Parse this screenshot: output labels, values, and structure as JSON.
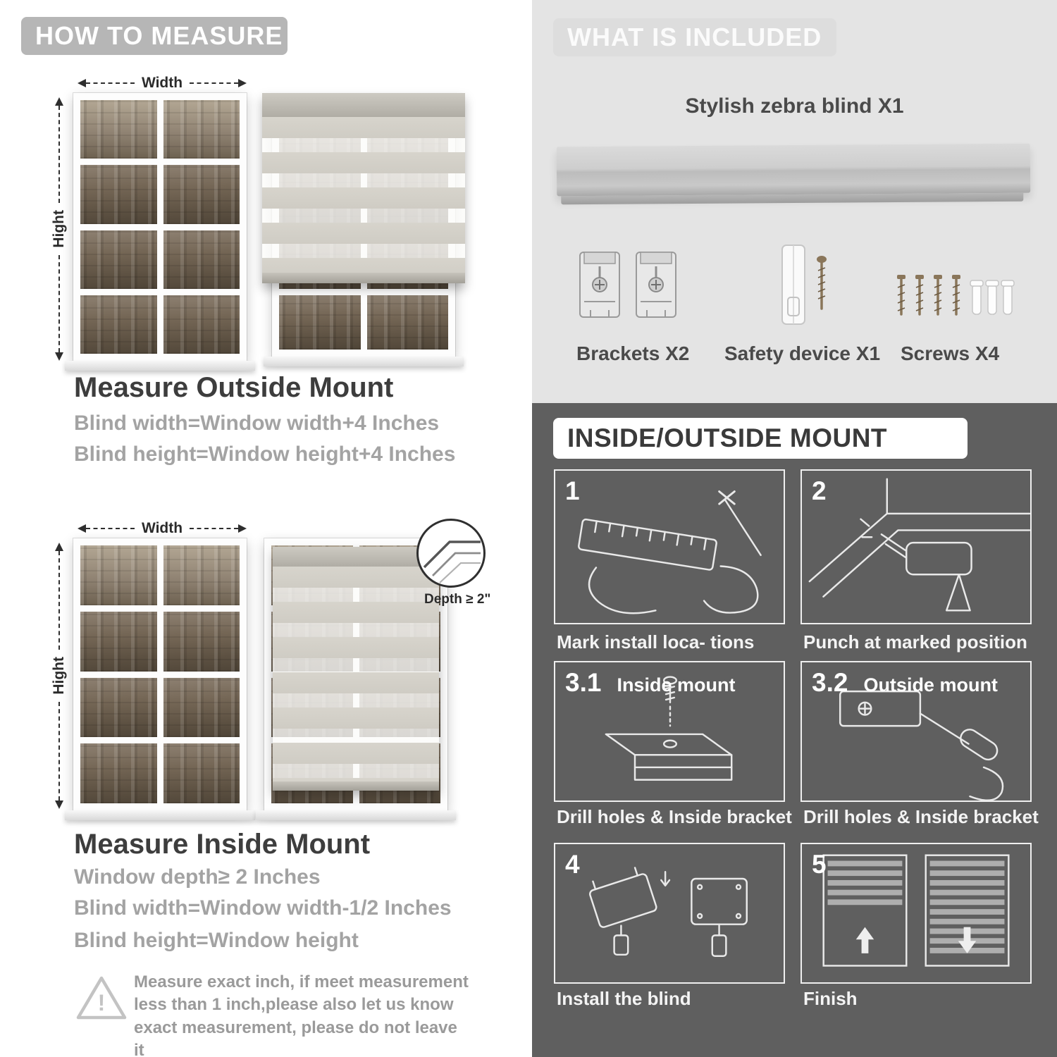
{
  "colors": {
    "header_pill_gray": "#b6b6b6",
    "right_bg_light": "#e4e4e4",
    "right_bg_dark": "#5f5f5f",
    "text_dark": "#3d3d3d",
    "text_gray": "#a3a3a3",
    "blind_stripe": "#d7d4cc"
  },
  "left": {
    "header": "HOW TO MEASURE",
    "outside": {
      "width_label": "Width",
      "height_label": "Hight",
      "title": "Measure Outside Mount",
      "line1": "Blind width=Window width+4 Inches",
      "line2": "Blind height=Window height+4 Inches"
    },
    "inside": {
      "width_label": "Width",
      "height_label": "Hight",
      "depth_callout": "Depth ≥ 2\"",
      "title": "Measure Inside Mount",
      "line1": "Window depth≥ 2 Inches",
      "line2": "Blind width=Window width-1/2 Inches",
      "line3": "Blind height=Window height"
    },
    "warning": {
      "icon": "warning-triangle-icon",
      "mark": "!",
      "text": "Measure exact inch, if meet measurement less than 1 inch,please also let us know exact measurement, please do not leave it"
    }
  },
  "right": {
    "included": {
      "header": "WHAT IS INCLUDED",
      "blind_label": "Stylish zebra blind X1",
      "items": [
        {
          "name": "brackets",
          "label": "Brackets X2"
        },
        {
          "name": "safety-device",
          "label": "Safety device X1"
        },
        {
          "name": "screws",
          "label": "Screws X4"
        }
      ]
    },
    "mount": {
      "header": "INSIDE/OUTSIDE MOUNT",
      "steps": [
        {
          "num": "1",
          "caption": "Mark install loca- tions"
        },
        {
          "num": "2",
          "caption": "Punch at  marked position"
        },
        {
          "num": "3.1",
          "inner_label": "Inside mount",
          "caption": "Drill holes &  Inside bracket"
        },
        {
          "num": "3.2",
          "inner_label": "Outside mount",
          "caption": "Drill holes &  Inside bracket"
        },
        {
          "num": "4",
          "caption": "Install the blind"
        },
        {
          "num": "5",
          "caption": "Finish"
        }
      ]
    }
  }
}
